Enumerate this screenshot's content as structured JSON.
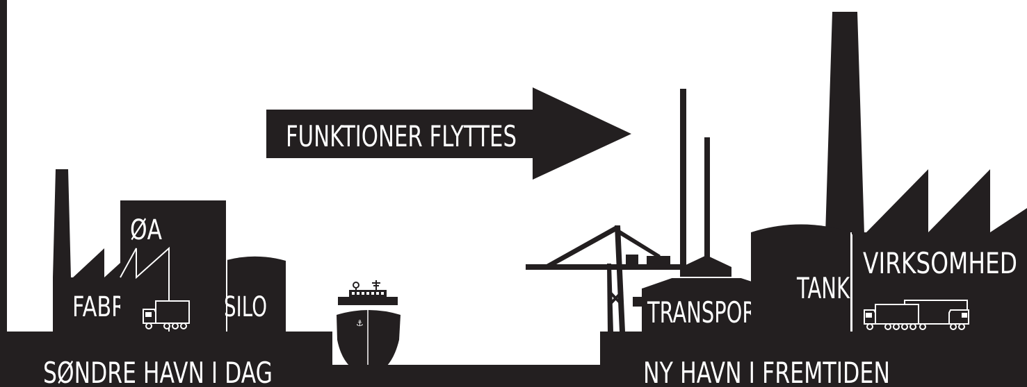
{
  "colors": {
    "ink": "#231f20",
    "paper": "#ffffff"
  },
  "arrow": {
    "label": "FUNKTIONER FLYTTES"
  },
  "left_harbor": {
    "caption": "SØNDRE HAVN I DAG",
    "buildings": {
      "factory": "FABRIK",
      "block": "ØA",
      "silo": "SILO"
    }
  },
  "right_harbor": {
    "caption": "NY HAVN I FREMTIDEN",
    "buildings": {
      "transport": "TRANSPORT",
      "tank": "TANK",
      "business": "VIRKSOMHED"
    }
  },
  "icons": {
    "ship": "ship-icon",
    "crane": "container-crane-icon",
    "truck": "truck-icon",
    "car": "car-icon",
    "trailer_truck": "trailer-truck-icon"
  }
}
